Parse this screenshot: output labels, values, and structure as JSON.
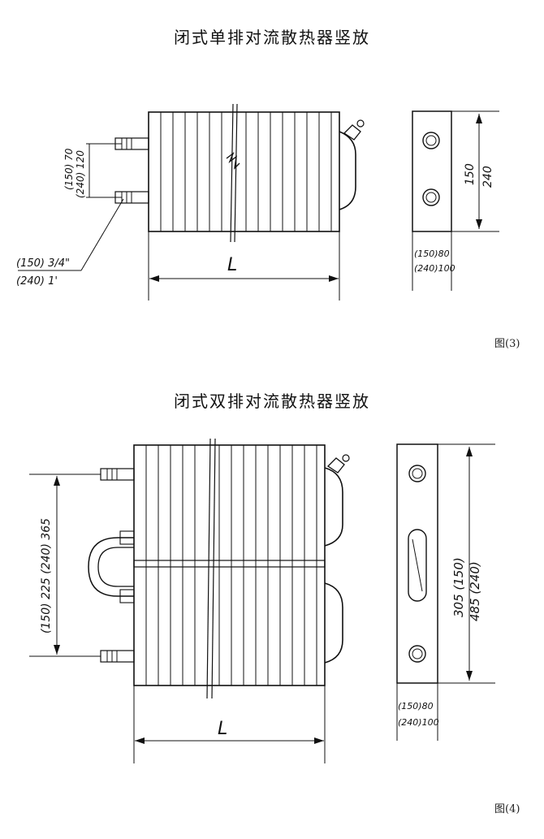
{
  "figure3": {
    "title": "闭式单排对流散热器竖放",
    "label": "图(3)",
    "dim_spacing": "(150) 70",
    "dim_spacing_alt": "(240) 120",
    "pipe_size": "(150) 3/4\"",
    "pipe_size_alt": "(240) 1'",
    "length": "L",
    "depth": "(150)80",
    "depth_alt": "(240)100",
    "height": "150",
    "height_alt": "240"
  },
  "figure4": {
    "title": "闭式双排对流散热器竖放",
    "label": "图(4)",
    "dim_total": "(150) 225 (240) 365",
    "length": "L",
    "depth": "(150)80",
    "depth_alt": "(240)100",
    "height": "305 (150)",
    "height_alt": "485 (240)"
  }
}
